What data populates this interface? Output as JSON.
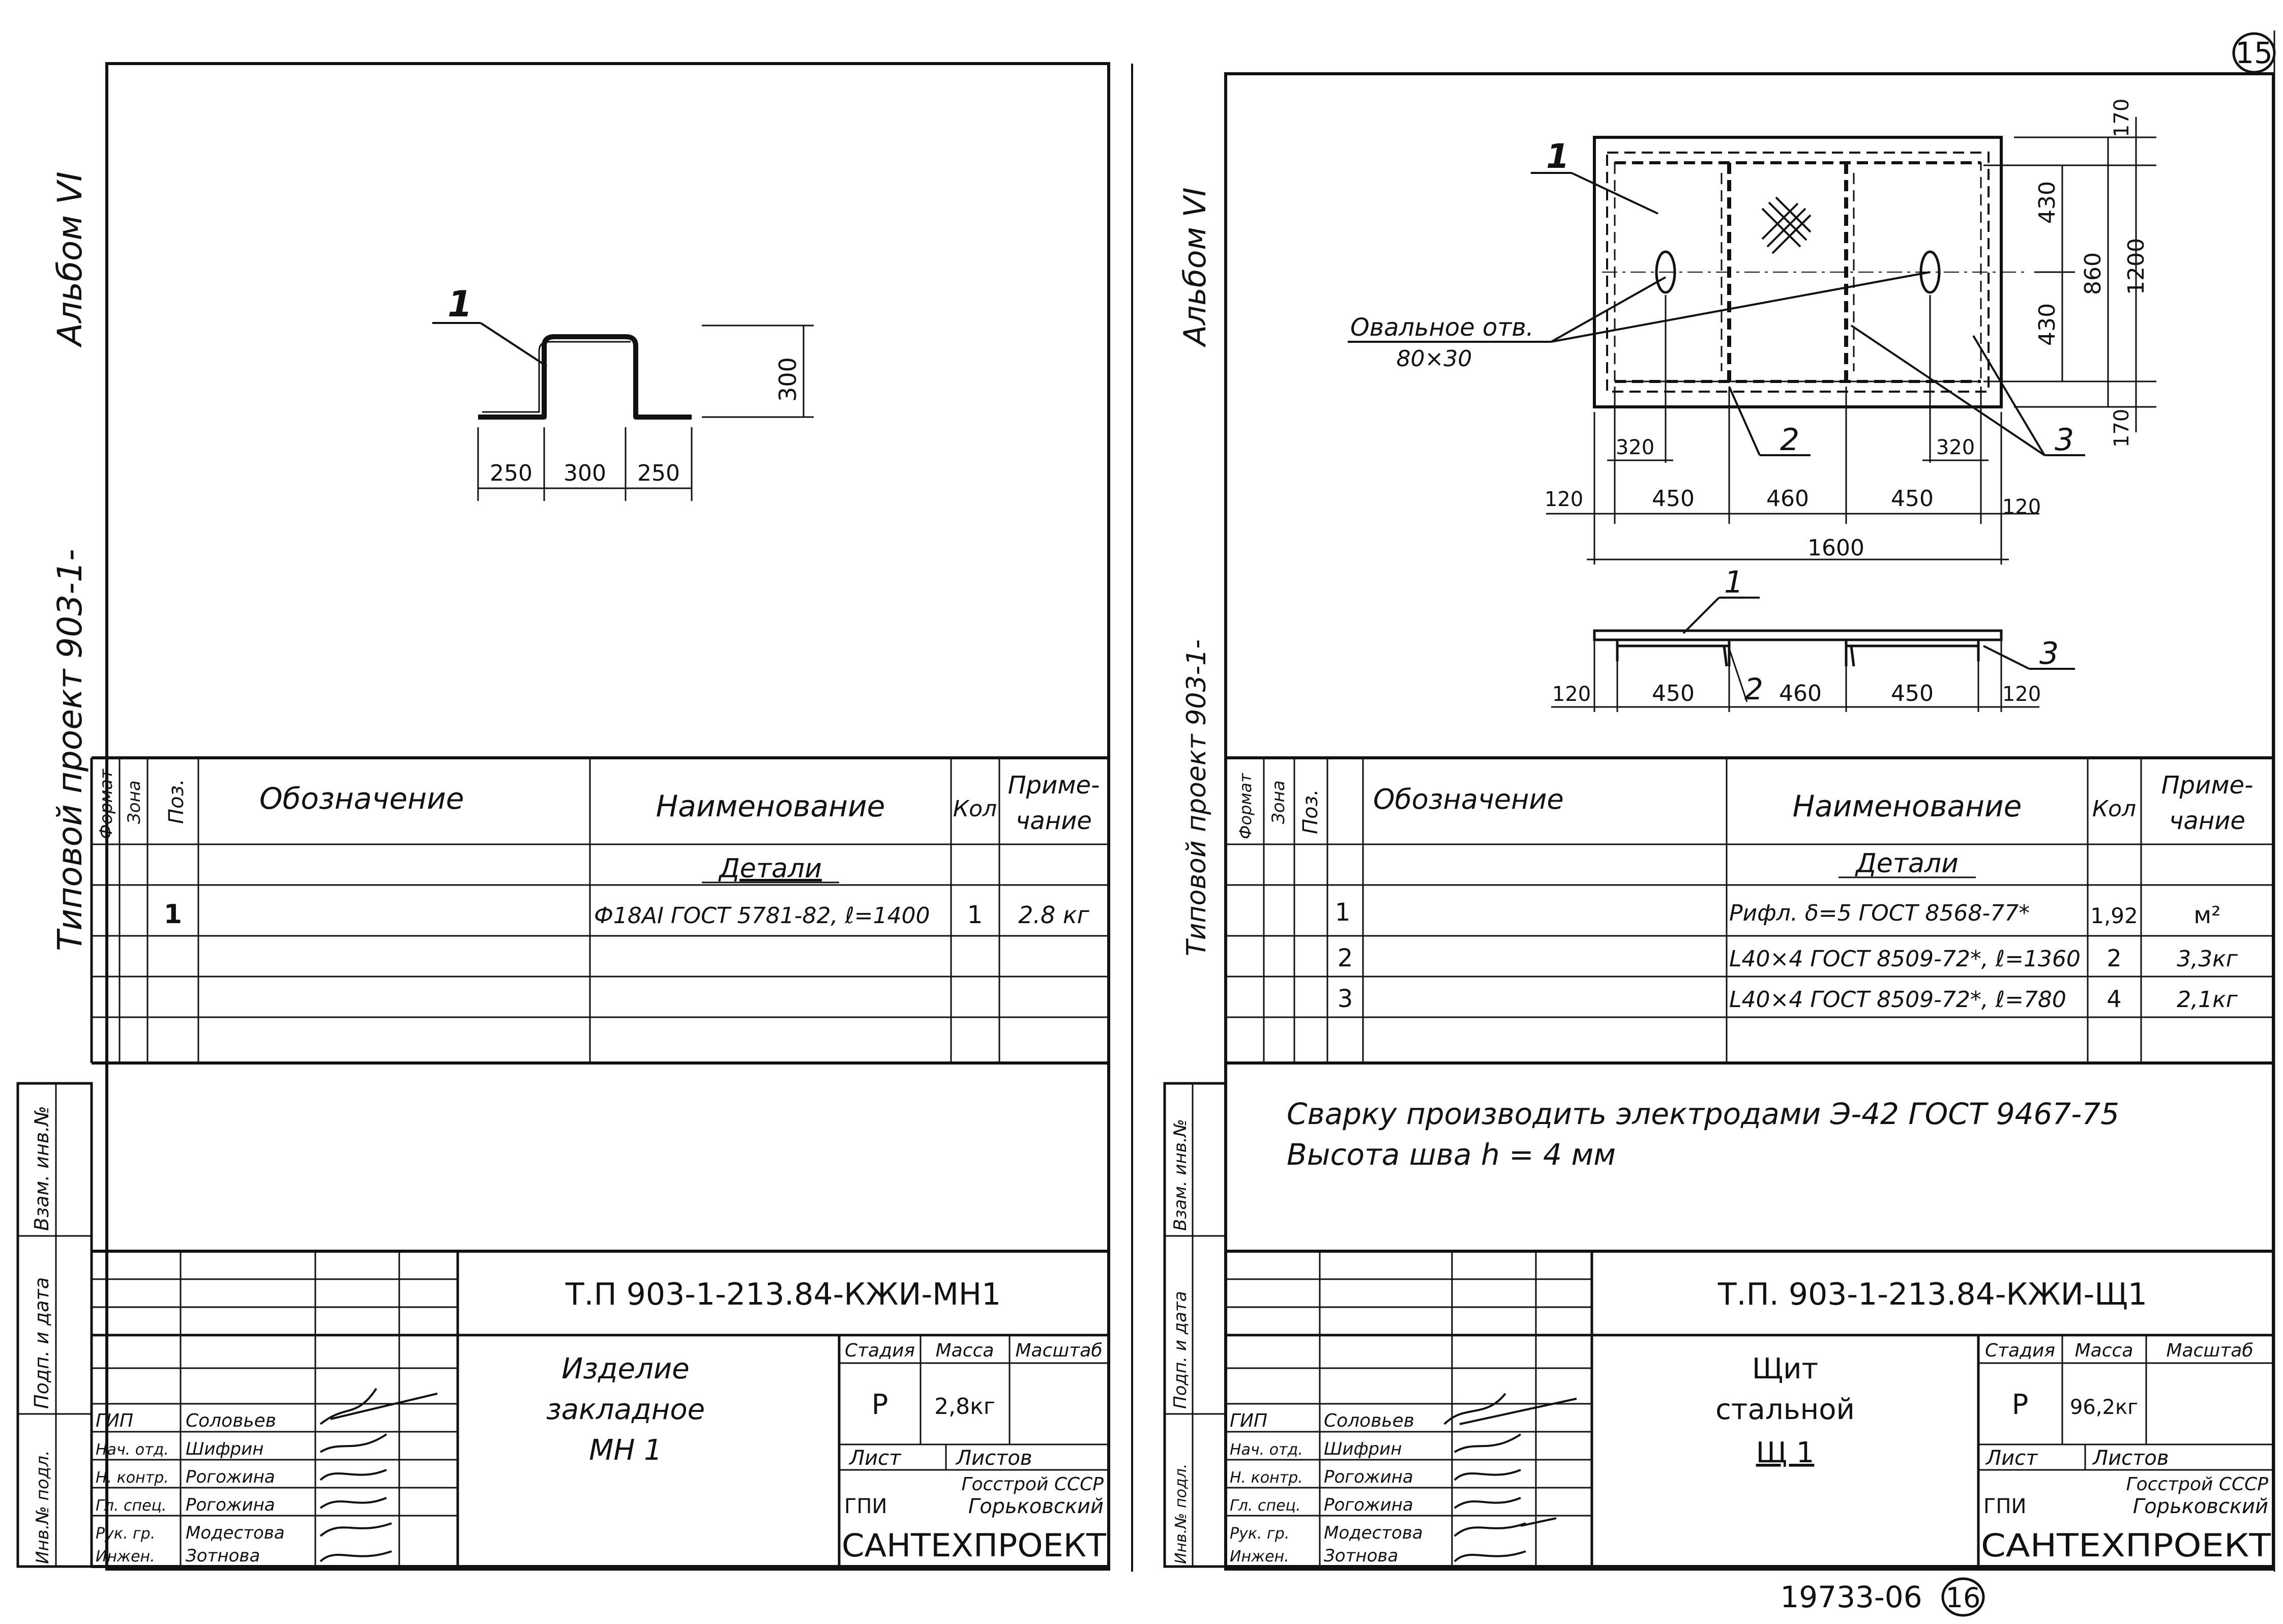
{
  "sheet_number_top": "15",
  "sheet_number_bottom": "16",
  "archive_number": "19733-06",
  "left": {
    "album": "Альбом VI",
    "project": "Типовой  проект  903-1-",
    "drawing": {
      "leader": "1",
      "dim_height": "300",
      "dim_a": "250",
      "dim_b": "300",
      "dim_c": "250"
    },
    "spec": {
      "headers": {
        "format": "Формат",
        "zone": "Зона",
        "pos": "Поз.",
        "designation": "Обозначение",
        "name": "Наименование",
        "qty": "Кол",
        "note1": "Приме-",
        "note2": "чание"
      },
      "section": "Детали",
      "rows": [
        {
          "pos": "1",
          "name": "Ф18АI  ГОСТ 5781-82, ℓ=1400",
          "qty": "1",
          "note": "2.8 кг"
        }
      ]
    },
    "side_stamp": {
      "vzam": "Взам. инв.№",
      "podp": "Подп. и дата",
      "inv": "Инв.№ подл."
    },
    "title_block": {
      "doc_code": "Т.П 903-1-213.84-КЖИ-МН1",
      "item_name_1": "Изделие",
      "item_name_2": "закладное",
      "item_name_3": "МН 1",
      "stage_label": "Стадия",
      "mass_label": "Масса",
      "scale_label": "Масштаб",
      "stage": "Р",
      "mass": "2,8кг",
      "sheet_label": "Лист",
      "sheets_label": "Листов",
      "org_1": "Госстрой СССР",
      "org_2": "ГПИ",
      "org_3": "Горьковский",
      "org_4": "САНТЕХПРОЕКТ",
      "roles": [
        "ГИП",
        "Нач. отд.",
        "Н. контр.",
        "Гл. спец.",
        "Рук. гр.",
        "Инжен."
      ],
      "names": [
        "Соловьев",
        "Шифрин",
        "Рогожина",
        "Рогожина",
        "Модестова",
        "Зотнова"
      ]
    }
  },
  "right": {
    "album": "Альбом VI",
    "project": "Типовой  проект  903-1-",
    "drawing": {
      "leader_1": "1",
      "leader_2": "2",
      "leader_3": "3",
      "oval_label": "Овальное отв.",
      "oval_size": "80×30",
      "dim_170_top": "170",
      "dim_430_top": "430",
      "dim_430_bot": "430",
      "dim_170_bot": "170",
      "dim_860": "860",
      "dim_1200": "1200",
      "dim_320_left": "320",
      "dim_320_right": "320",
      "dim_120_l": "120",
      "dim_450_l": "450",
      "dim_460": "460",
      "dim_450_r": "450",
      "dim_120_r": "120",
      "dim_1600": "1600",
      "sec_120_l": "120",
      "sec_450_l": "450",
      "sec_460": "460",
      "sec_450_r": "450",
      "sec_120_r": "120",
      "sec_leader_1": "1",
      "sec_leader_2": "2",
      "sec_leader_3": "3"
    },
    "spec": {
      "headers": {
        "format": "Формат",
        "zone": "Зона",
        "pos": "Поз.",
        "designation": "Обозначение",
        "name": "Наименование",
        "qty": "Кол",
        "note1": "Приме-",
        "note2": "чание"
      },
      "section": "Детали",
      "rows": [
        {
          "pos": "1",
          "name": "Рифл. δ=5  ГОСТ 8568-77*",
          "qty": "1,92",
          "note": "м²"
        },
        {
          "pos": "2",
          "name": "L40×4  ГОСТ 8509-72*, ℓ=1360",
          "qty": "2",
          "note": "3,3кг"
        },
        {
          "pos": "3",
          "name": "L40×4  ГОСТ 8509-72*, ℓ=780",
          "qty": "4",
          "note": "2,1кг"
        }
      ]
    },
    "notes_1": "Сварку  производить  электродами  Э-42  ГОСТ 9467-75",
    "notes_2": "Высота  шва  h = 4 мм",
    "side_stamp": {
      "vzam": "Взам. инв.№",
      "podp": "Подп. и дата",
      "inv": "Инв.№ подл."
    },
    "title_block": {
      "doc_code": "Т.П. 903-1-213.84-КЖИ-Щ1",
      "item_name_1": "Щит",
      "item_name_2": "стальной",
      "item_name_3": "Щ 1",
      "stage_label": "Стадия",
      "mass_label": "Масса",
      "scale_label": "Масштаб",
      "stage": "Р",
      "mass": "96,2кг",
      "sheet_label": "Лист",
      "sheets_label": "Листов",
      "org_1": "Госстрой СССР",
      "org_2": "ГПИ",
      "org_3": "Горьковский",
      "org_4": "САНТЕХПРОЕКТ",
      "roles": [
        "ГИП",
        "Нач. отд.",
        "Н. контр.",
        "Гл. спец.",
        "Рук. гр.",
        "Инжен."
      ],
      "names": [
        "Соловьев",
        "Шифрин",
        "Рогожина",
        "Рогожина",
        "Модестова",
        "Зотнова"
      ]
    }
  }
}
